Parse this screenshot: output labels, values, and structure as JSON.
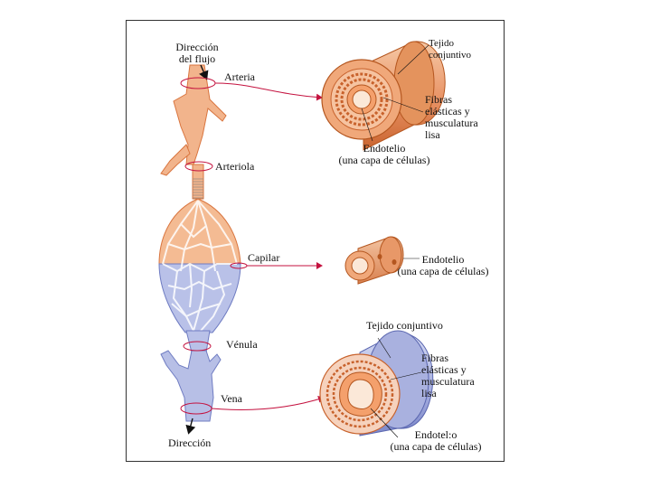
{
  "labels": {
    "flow_direction_top": [
      "Dirección",
      "del flujo"
    ],
    "artery": "Arteria",
    "arteriole": "Arteriola",
    "capillary": "Capilar",
    "venule": "Vénula",
    "vein": "Vena",
    "flow_direction_bottom": "Dirección",
    "artery_section": {
      "connective": [
        "Tejido",
        "conjuntivo"
      ],
      "fibers": [
        "Fibras",
        "elásticas y",
        "musculatura",
        "lisa"
      ],
      "endothelium": [
        "Endotelio",
        "(una capa de células)"
      ]
    },
    "capillary_section": {
      "endothelium": [
        "Endotelio",
        "(una capa de células)"
      ]
    },
    "vein_section": {
      "connective": "Tejido conjuntivo",
      "fibers": [
        "Fibras",
        "elásticas y",
        "musculatura",
        "lisa"
      ],
      "endothelium": [
        "Endotel:o",
        "(una capa de células)"
      ]
    }
  },
  "colors": {
    "artery_fill": "#f2b48c",
    "artery_dark": "#d9753f",
    "vein_fill": "#b7bfe6",
    "vein_dark": "#6f7cc2",
    "marker_line": "#c4123f",
    "frame": "#333333"
  }
}
